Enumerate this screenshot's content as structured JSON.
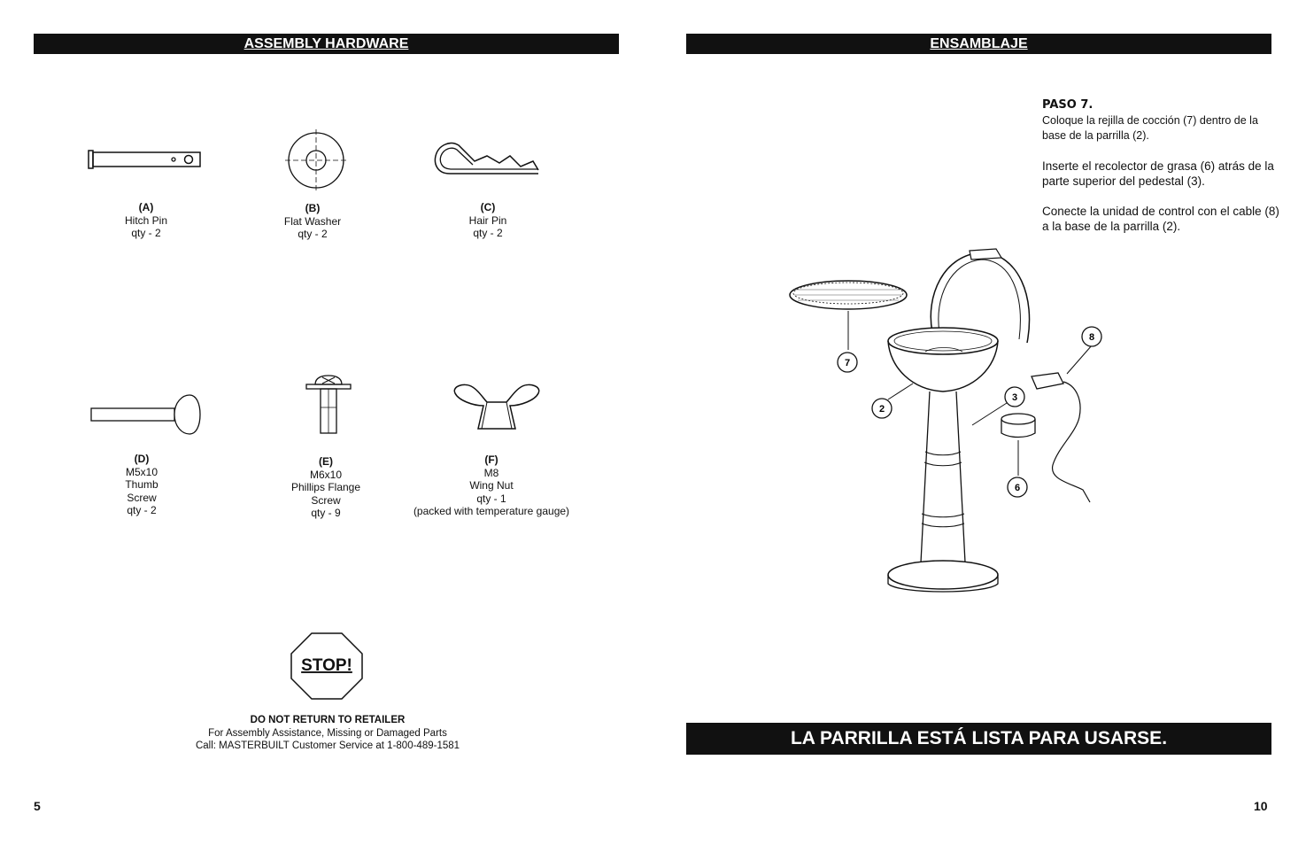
{
  "left_page": {
    "header": "ASSEMBLY HARDWARE",
    "parts": [
      {
        "code": "(A)",
        "lines": [
          "Hitch Pin",
          "qty - 2"
        ],
        "icon": "hitch-pin-icon"
      },
      {
        "code": "(B)",
        "lines": [
          "Flat Washer",
          "qty - 2"
        ],
        "icon": "flat-washer-icon"
      },
      {
        "code": "(C)",
        "lines": [
          "Hair Pin",
          "qty - 2"
        ],
        "icon": "hair-pin-icon"
      },
      {
        "code": "(D)",
        "lines": [
          "M5x10",
          "Thumb",
          "Screw",
          "qty - 2"
        ],
        "icon": "thumb-screw-icon"
      },
      {
        "code": "(E)",
        "lines": [
          "M6x10",
          "Phillips Flange",
          "Screw",
          "qty - 9"
        ],
        "icon": "phillips-flange-screw-icon"
      },
      {
        "code": "(F)",
        "lines": [
          "M8",
          "Wing Nut",
          "qty - 1",
          "(packed with temperature gauge)"
        ],
        "icon": "wing-nut-icon"
      }
    ],
    "stop_sign": "STOP!",
    "notice": {
      "warning": "DO NOT RETURN TO RETAILER",
      "line1": "For Assembly Assistance, Missing or Damaged Parts",
      "line2": "Call: MASTERBUILT Customer Service at 1-800-489-1581"
    },
    "page_number": "5"
  },
  "right_page": {
    "header": "ENSAMBLAJE",
    "step": {
      "title": "PASO 7.",
      "para1": "Coloque la rejilla de cocción (7) dentro de la base de la parrilla (2).",
      "para2": "Inserte el recolector de grasa (6) atrás de la parte superior del pedestal (3).",
      "para3": "Conecte la unidad de control con el cable (8) a la base de la parrilla (2)."
    },
    "diagram_callouts": [
      "7",
      "2",
      "3",
      "8",
      "6"
    ],
    "ready_banner": "LA PARRILLA ESTÁ LISTA PARA USARSE.",
    "page_number": "10"
  }
}
